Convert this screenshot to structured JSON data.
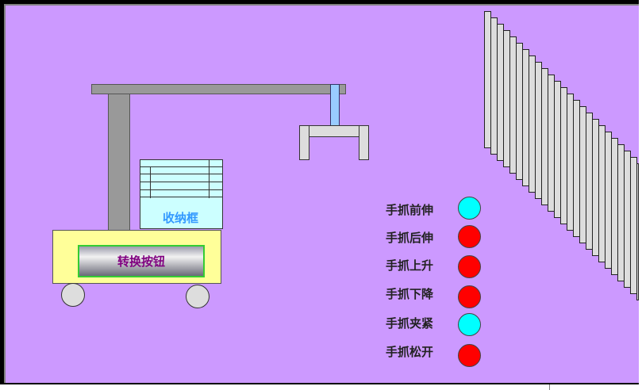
{
  "cabinet": {
    "label": "收纳框"
  },
  "button": {
    "label": "转换按钮"
  },
  "indicators": [
    {
      "label": "手抓前伸",
      "color": "#00ffff"
    },
    {
      "label": "手抓后伸",
      "color": "#ff0000"
    },
    {
      "label": "手抓上升",
      "color": "#ff0000"
    },
    {
      "label": "手抓下降",
      "color": "#ff0000"
    },
    {
      "label": "手抓夹紧",
      "color": "#00ffff"
    },
    {
      "label": "手抓松开",
      "color": "#ff0000"
    }
  ],
  "shelf": {
    "slat_count": 25
  }
}
